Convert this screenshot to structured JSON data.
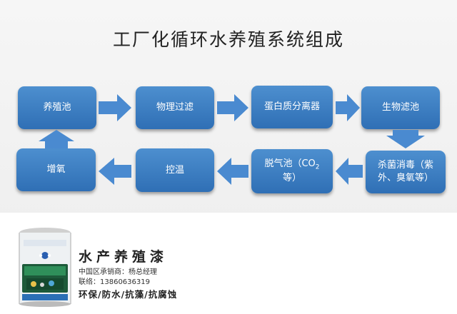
{
  "diagram": {
    "title": "工厂化循环水养殖系统组成",
    "nodes": {
      "n1": "养殖池",
      "n2": "物理过滤",
      "n3": "蛋白质分离器",
      "n4": "生物滤池",
      "n5_line1": "杀菌消毒（紫",
      "n5_line2": "外、臭氧等）",
      "n6_line1_pre": "脱气池（CO",
      "n6_line1_sub": "2",
      "n6_line2": "等）",
      "n7": "控温",
      "n8": "增氧"
    }
  },
  "banner": {
    "product_name": "水产养殖漆",
    "agent_line": "中国区承销商：杨总经理",
    "contact_line": "联络：13860636319",
    "tagline": "环保/防水/抗藻/抗腐蚀"
  },
  "colors": {
    "box_top": "#4d8fcf",
    "box_bottom": "#2f6fb5",
    "arrow": "#4a8ad0"
  }
}
